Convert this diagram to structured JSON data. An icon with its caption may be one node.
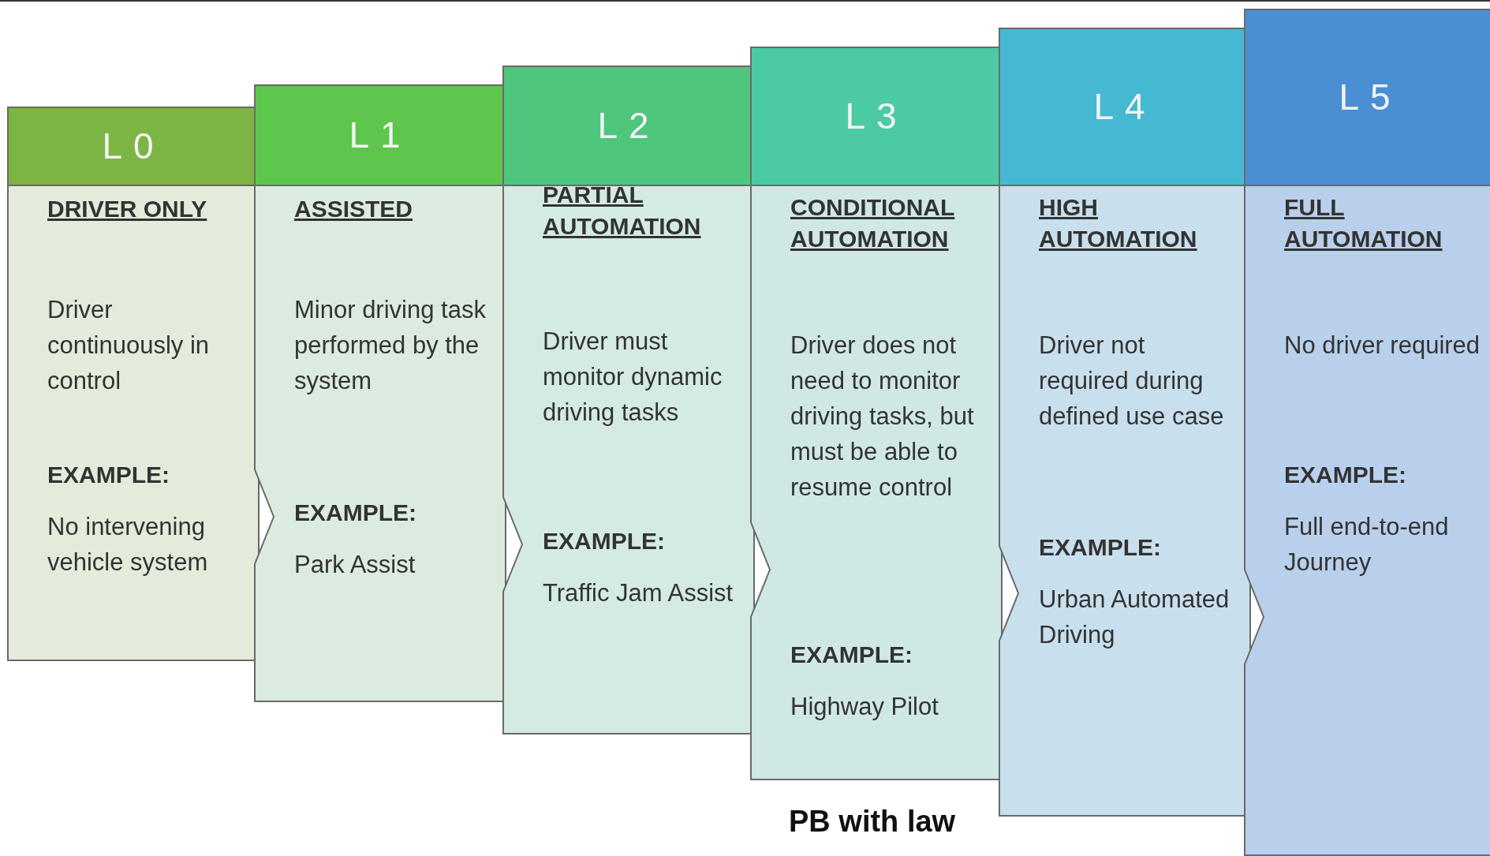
{
  "diagram": {
    "nodes": [
      {
        "text": [
          "L0",
          "DRIVER ONLY",
          "Driver continuously in control",
          "EXAMPLE:",
          "No intervening vehicle system"
        ]
      },
      {
        "text": [
          "L1",
          "ASSISTED",
          "Minor driving task performed by the system",
          "EXAMPLE:",
          "Park Assist"
        ]
      },
      {
        "text": [
          "L2",
          "PARTIAL AUTOMATION",
          "Driver must monitor dynamic driving tasks",
          "EXAMPLE:",
          "Traffic Jam Assist"
        ]
      },
      {
        "text": [
          "L3",
          "CONDITIONAL AUTOMATION",
          "Driver does not need to monitor driving tasks, but must be able to resume control",
          "EXAMPLE:",
          "Highway Pilot"
        ]
      },
      {
        "text": [
          "L4",
          "HIGH AUTOMATION",
          "Driver not required during defined use case",
          "EXAMPLE:",
          "Urban Automated Driving"
        ]
      },
      {
        "text": [
          "L5",
          "FULL AUTOMATION",
          "No driver required",
          "EXAMPLE:",
          "Full end-to-end Journey"
        ]
      }
    ],
    "caption": "PB with law"
  }
}
